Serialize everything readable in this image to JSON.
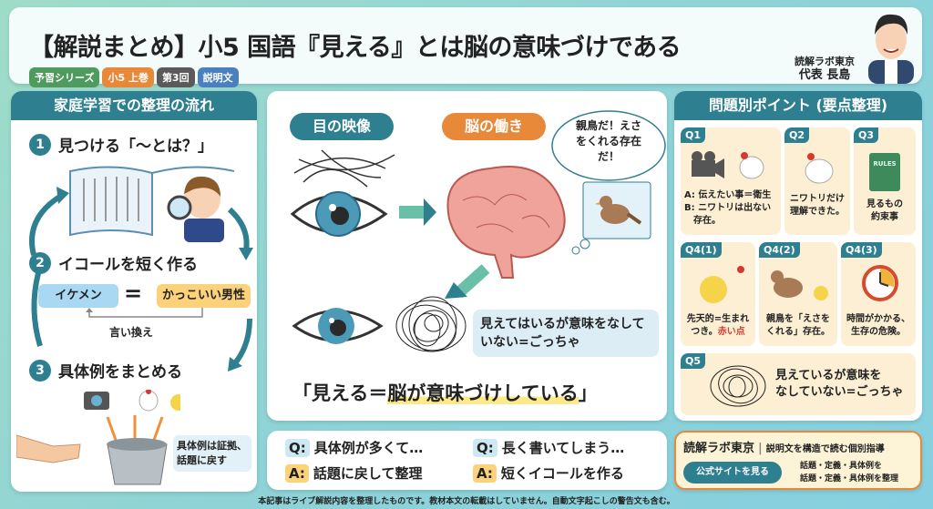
{
  "header": {
    "title": "【解説まとめ】小5 国語『見える』とは脳の意味づけである",
    "tags": [
      {
        "label": "予習シリーズ",
        "color": "#4f9a5e"
      },
      {
        "label": "小5 上巻",
        "color": "#e8893a"
      },
      {
        "label": "第3回",
        "color": "#5a5a5a"
      },
      {
        "label": "説明文",
        "color": "#4a7fc0"
      }
    ],
    "org": "読解ラボ東京",
    "presenter": "代表 長島"
  },
  "left_panel": {
    "title": "家庭学習での整理の流れ",
    "steps": [
      {
        "num": "1",
        "label": "見つける「〜とは？」"
      },
      {
        "num": "2",
        "label": "イコールを短く作る"
      },
      {
        "num": "3",
        "label": "具体例をまとめる"
      }
    ],
    "equation": {
      "left": "イケメン",
      "eq": "=",
      "right": "かっこいい男性",
      "caption": "言い換え"
    },
    "note": "具体例は証拠、話題に戻す"
  },
  "center_panel": {
    "eye_label": "目の映像",
    "brain_label": "脳の働き",
    "thought": "親鳥だ！えさをくれる存在だ！",
    "callout": "見えてはいるが意味をなしていない=ごっちゃ",
    "conclusion_prefix": "「見える＝",
    "conclusion_highlight": "脳が意味づけしている",
    "conclusion_suffix": "」"
  },
  "right_panel": {
    "title": "問題別ポイント (要点整理)",
    "cards": [
      {
        "label": "Q1",
        "text": "A: 伝えたい事＝衛生\nB: ニワトリは出ない\n　存在。"
      },
      {
        "label": "Q2",
        "text": "ニワトリだけ\n理解できた。"
      },
      {
        "label": "Q3",
        "text": "見るもの\n約束事",
        "book_label": "RULES"
      },
      {
        "label": "Q4(1)",
        "text": "先天的=生まれ\nつき。",
        "highlight": "赤い点"
      },
      {
        "label": "Q4(2)",
        "text": "親鳥を「えさを\nくれる」存在。"
      },
      {
        "label": "Q4(3)",
        "text": "時間がかかる、\n生存の危険。"
      },
      {
        "label": "Q5",
        "text": "見えているが意味を\nなしていない=ごっちゃ"
      }
    ]
  },
  "faq": [
    {
      "q_key": "Q:",
      "q": "具体例が多くて…",
      "a_key": "A:",
      "a": "話題に戻して整理"
    },
    {
      "q_key": "Q:",
      "q": "長く書いてしまう…",
      "a_key": "A:",
      "a": "短くイコールを作る"
    }
  ],
  "promo": {
    "brand": "読解ラボ東京",
    "tagline": "説明文を構造で読む個別指導",
    "button": "公式サイトを見る",
    "line1": "話題・定義・具体例を",
    "line2": "話題・定義・具体例を整理"
  },
  "footer": "本記事はライブ解説内容を整理したものです。教材本文の転載はしていません。自動文字起こしの警告文も含む。",
  "colors": {
    "teal": "#2e7f8f",
    "orange": "#e8893a",
    "cream": "#fcefd4",
    "red": "#d63a2f"
  }
}
